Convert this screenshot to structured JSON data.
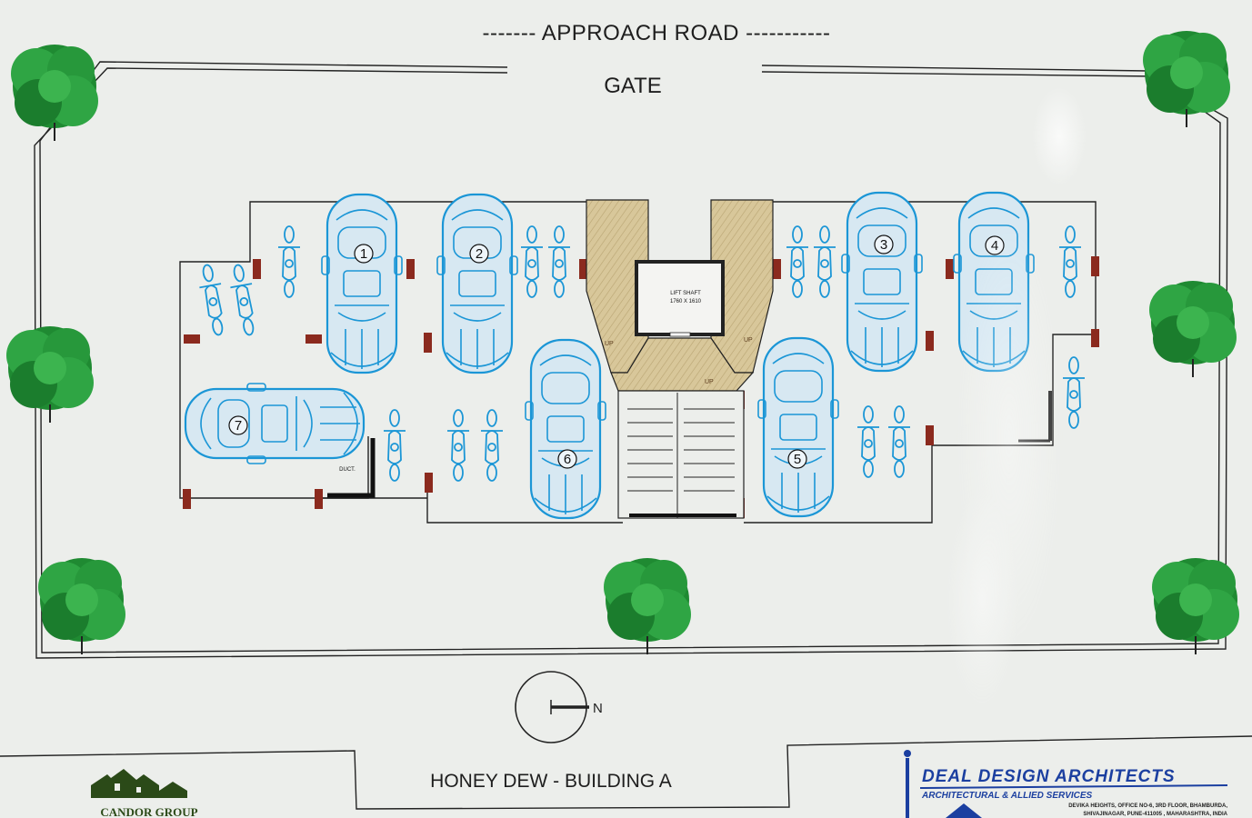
{
  "plan": {
    "road_label": "------- APPROACH ROAD -----------",
    "gate_label": "GATE",
    "lift_shaft_label": "LIFT SHAFT",
    "lift_shaft_size": "1760 X 1610",
    "duct_label": "DUCT.",
    "up_label": "UP",
    "north_label": "N",
    "building_title": "HONEY DEW - BUILDING A",
    "parking_numbers": [
      "1",
      "2",
      "3",
      "4",
      "5",
      "6",
      "7"
    ]
  },
  "logos": {
    "developer": "CANDOR GROUP",
    "architect_name": "DEAL DESIGN ARCHITECTS",
    "architect_sub": "ARCHITECTURAL & ALLIED SERVICES",
    "architect_address_1": "DEVIKA HEIGHTS, OFFICE NO-6, 3RD FLOOR, BHAMBURDA,",
    "architect_address_2": "SHIVAJINAGAR, PUNE-411005 , MAHARASHTRA, INDIA"
  },
  "colors": {
    "vehicle": "#1b96d6",
    "tree": "#2f9a3a",
    "column": "#8b2a1e",
    "staircase": "#d8c79a",
    "architect_brand": "#1b3fa0"
  }
}
